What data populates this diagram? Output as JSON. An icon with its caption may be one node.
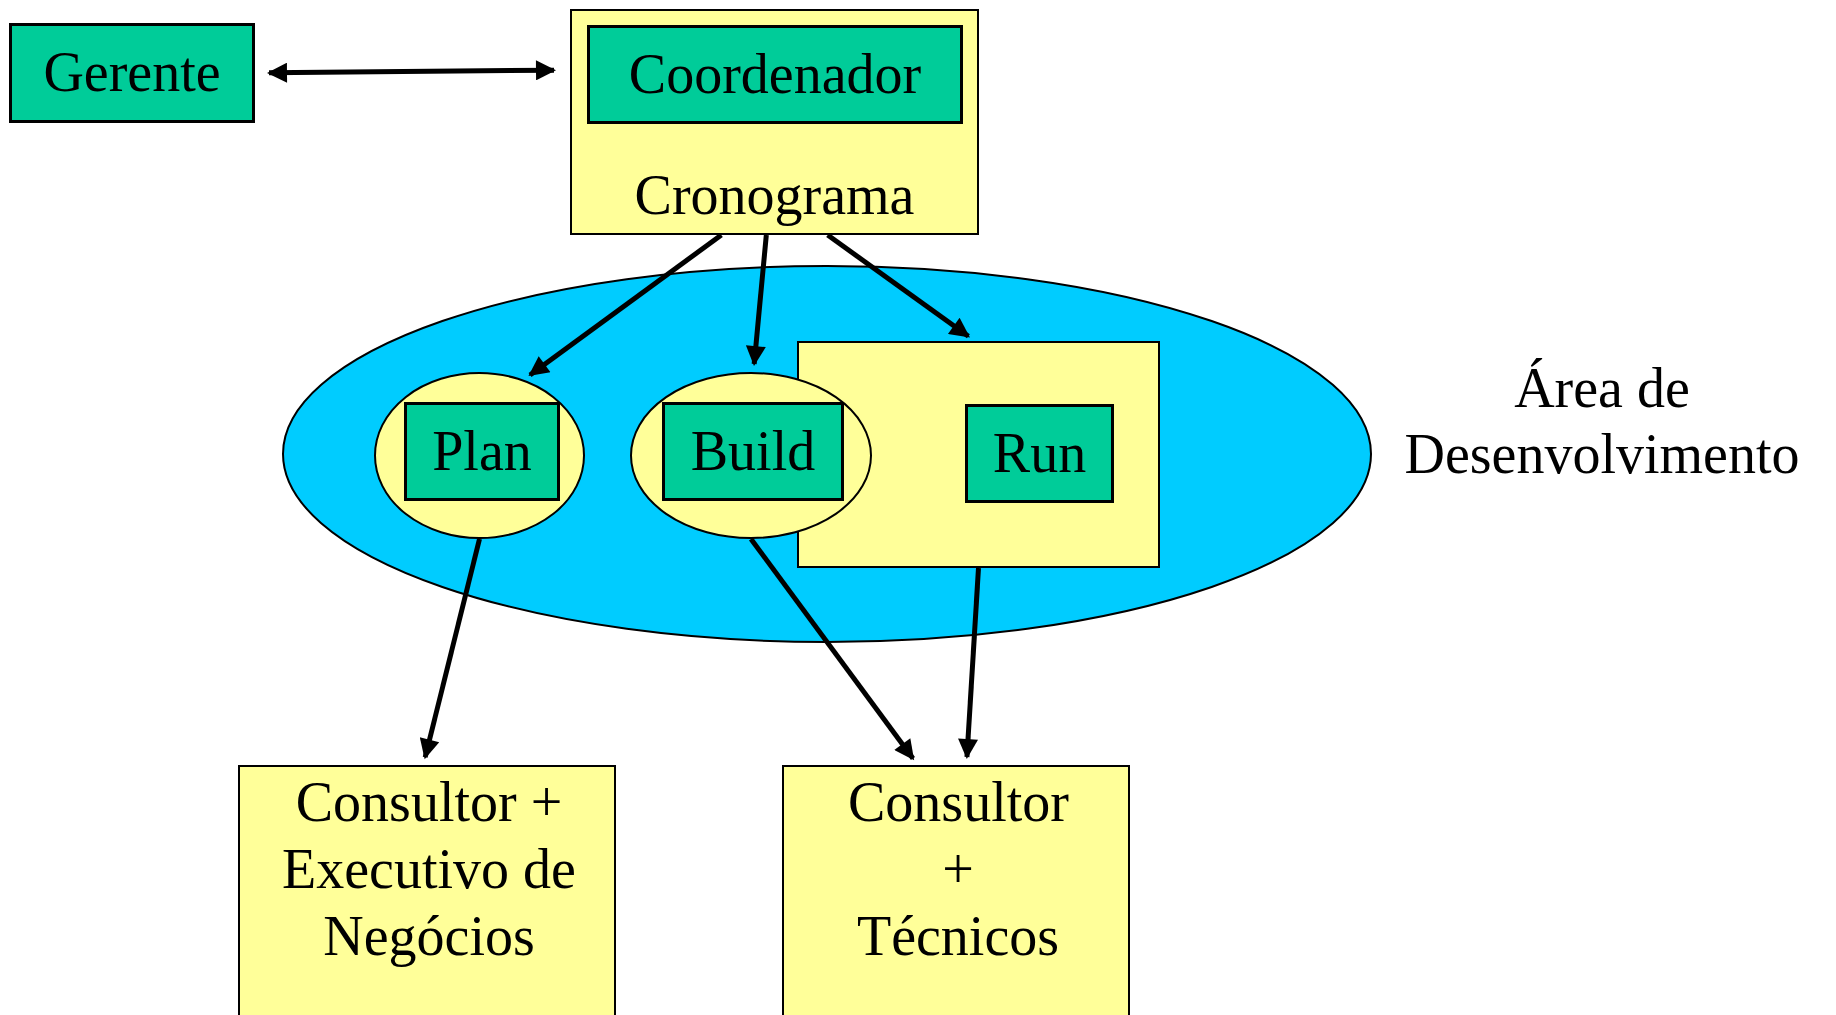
{
  "diagram": {
    "nodes": [
      {
        "text": [
          "Gerente"
        ]
      },
      {
        "text": [
          "Cronograma"
        ]
      },
      {
        "text": [
          "Coordenador"
        ],
        "in": 1
      },
      {
        "text": [],
        "shape": "ellipse",
        "beside": [
          "Área de Desenvolvimento"
        ]
      },
      {
        "text": [],
        "shape": "ellipse",
        "in": 3
      },
      {
        "text": [
          "Plan"
        ],
        "in": 4
      },
      {
        "text": [],
        "shape": "ellipse",
        "in": 3
      },
      {
        "text": [
          "Build"
        ],
        "in": 6
      },
      {
        "text": [],
        "shape": "box",
        "in": 3
      },
      {
        "text": [
          "Run"
        ],
        "in": 8
      },
      {
        "text": [
          "Consultor  + Executivo de Negócios"
        ]
      },
      {
        "text": [
          "Consultor + Técnicos"
        ]
      }
    ],
    "edges": [
      {
        "from": 0,
        "to": 1,
        "arrow": "both"
      },
      {
        "from": 1,
        "to": 4,
        "arrow": "to"
      },
      {
        "from": 1,
        "to": 6,
        "arrow": "to"
      },
      {
        "from": 1,
        "to": 8,
        "arrow": "to"
      },
      {
        "from": 4,
        "to": 10,
        "arrow": "to"
      },
      {
        "from": 6,
        "to": 11,
        "arrow": "to"
      },
      {
        "from": 8,
        "to": 11,
        "arrow": "to"
      }
    ]
  }
}
